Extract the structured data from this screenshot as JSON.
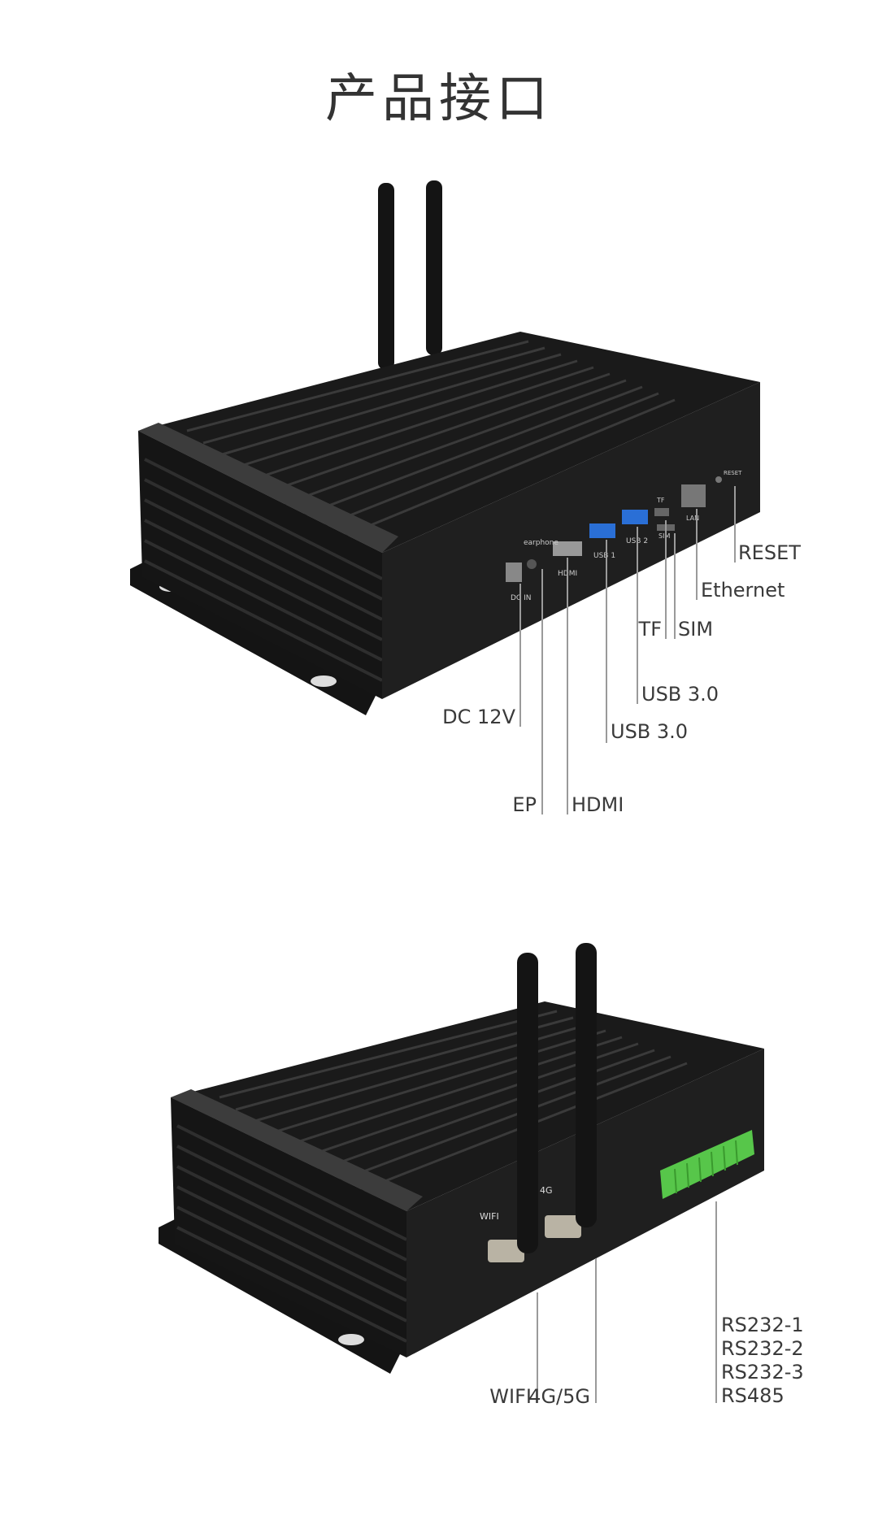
{
  "title": "产品接口",
  "device1": {
    "port_printed": {
      "dcin": "DC IN",
      "earphone": "earphone",
      "hdmi": "HDMI",
      "usb1": "USB 1",
      "usb2": "USB 2",
      "tf": "TF",
      "sim": "SIM",
      "lan": "LAN",
      "reset": "RESET"
    },
    "callouts": {
      "reset": "RESET",
      "ethernet": "Ethernet",
      "tf": "TF",
      "sim": "SIM",
      "usb_a": "USB 3.0",
      "dc": "DC 12V",
      "usb_b": "USB 3.0",
      "ep": "EP",
      "hdmi": "HDMI"
    }
  },
  "device2": {
    "port_printed": {
      "wifi": "WIFI",
      "g4": "4G"
    },
    "callouts": {
      "wifi": "WIFI",
      "g45": "4G/5G",
      "serial": [
        "RS232-1",
        "RS232-2",
        "RS232-3",
        "RS485"
      ]
    }
  },
  "colors": {
    "body": "#1c1c1c",
    "fins": "#0d0d0d",
    "terminal": "#57c64a",
    "usb_blue": "#2a6fd6"
  }
}
